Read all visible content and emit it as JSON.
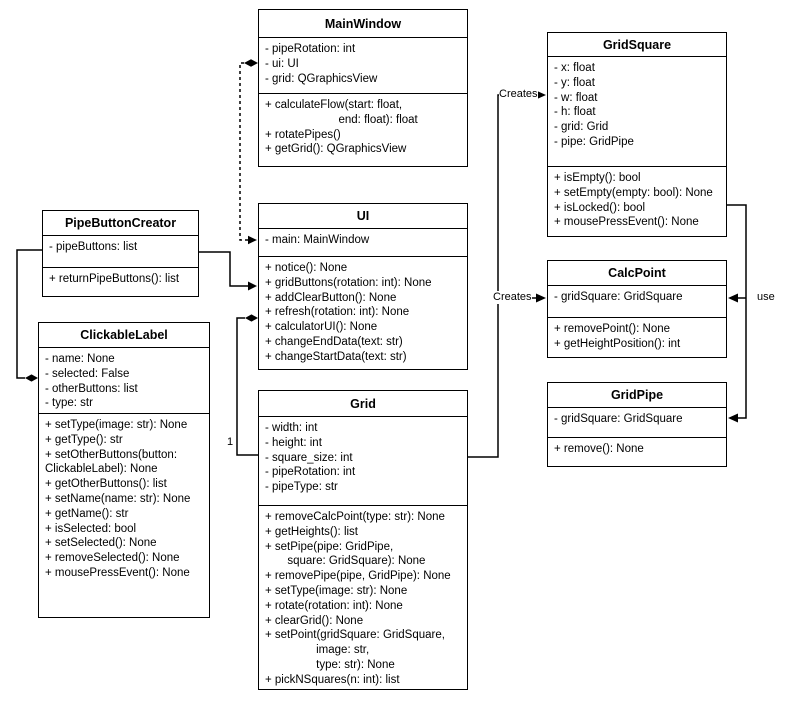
{
  "diagram": {
    "classes": [
      {
        "id": "mainwindow",
        "name": "MainWindow",
        "attributes": [
          "- pipeRotation: int",
          "- ui: UI",
          "- grid: QGraphicsView"
        ],
        "methods": [
          "+ calculateFlow(start: float,",
          "                       end: float): float",
          "+ rotatePipes()",
          "+ getGrid(): QGraphicsView"
        ]
      },
      {
        "id": "ui",
        "name": "UI",
        "attributes": [
          "- main: MainWindow"
        ],
        "methods": [
          "+ notice(): None",
          "+ gridButtons(rotation: int): None",
          "+ addClearButton(): None",
          "+ refresh(rotation: int): None",
          "+ calculatorUI(): None",
          "+ changeEndData(text: str)",
          "+ changeStartData(text: str)"
        ]
      },
      {
        "id": "grid",
        "name": "Grid",
        "attributes": [
          "- width: int",
          "- height: int",
          "- square_size: int",
          "- pipeRotation: int",
          "- pipeType: str"
        ],
        "methods": [
          "+ removeCalcPoint(type: str): None",
          "+ getHeights(): list",
          "+ setPipe(pipe: GridPipe,",
          "       square: GridSquare): None",
          "+ removePipe(pipe, GridPipe): None",
          "+ setType(image: str): None",
          "+ rotate(rotation: int): None",
          "+ clearGrid(): None",
          "+ setPoint(gridSquare: GridSquare,",
          "                image: str,",
          "                type: str): None",
          "+ pickNSquares(n: int): list"
        ]
      },
      {
        "id": "pipebuttoncreator",
        "name": "PipeButtonCreator",
        "attributes": [
          "- pipeButtons: list"
        ],
        "methods": [
          "+ returnPipeButtons(): list"
        ]
      },
      {
        "id": "clickablelabel",
        "name": "ClickableLabel",
        "attributes": [
          "- name: None",
          "- selected: False",
          "- otherButtons: list",
          "- type: str"
        ],
        "methods": [
          "+ setType(image: str): None",
          "+ getType(): str",
          "+ setOtherButtons(button:",
          "ClickableLabel): None",
          "+ getOtherButtons(): list",
          "+ setName(name: str): None",
          "+ getName(): str",
          "+ isSelected: bool",
          "+ setSelected(): None",
          "+ removeSelected(): None",
          "+ mousePressEvent(): None"
        ]
      },
      {
        "id": "gridsquare",
        "name": "GridSquare",
        "attributes": [
          "- x: float",
          "- y: float",
          "- w: float",
          "- h: float",
          "- grid: Grid",
          "- pipe: GridPipe"
        ],
        "methods": [
          "+ isEmpty(): bool",
          "+ setEmpty(empty: bool): None",
          "+ isLocked(): bool",
          "+ mousePressEvent(): None"
        ]
      },
      {
        "id": "calcpoint",
        "name": "CalcPoint",
        "attributes": [
          "- gridSquare: GridSquare"
        ],
        "methods": [
          "+ removePoint(): None",
          "+ getHeightPosition(): int"
        ]
      },
      {
        "id": "gridpipe",
        "name": "GridPipe",
        "attributes": [
          "- gridSquare: GridSquare"
        ],
        "methods": [
          "+ remove(): None"
        ]
      }
    ],
    "labels": {
      "creates_top": "Creates",
      "creates_bottom": "Creates",
      "use": "use",
      "one": "1"
    },
    "colors": {
      "line": "#000000",
      "background": "#ffffff"
    }
  }
}
